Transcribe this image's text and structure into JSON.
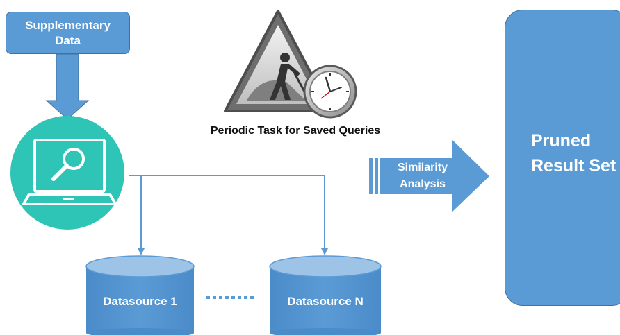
{
  "supplementary": {
    "line1": "Supplementary",
    "line2": "Data"
  },
  "periodic_task": {
    "label": "Periodic Task for Saved Queries"
  },
  "similarity": {
    "line1": "Similarity",
    "line2": "Analysis"
  },
  "result": {
    "line1": "Pruned",
    "line2": "Result Set"
  },
  "datasources": [
    {
      "label": "Datasource 1"
    },
    {
      "label": "Datasource N"
    }
  ],
  "colors": {
    "box_fill": "#5b9bd5",
    "box_border": "#41719c",
    "laptop_circle": "#2ec4b6",
    "connector": "#5b9bd5"
  },
  "icons": {
    "task": "construction-warning-sign-with-clock-icon",
    "query": "laptop-search-icon"
  }
}
